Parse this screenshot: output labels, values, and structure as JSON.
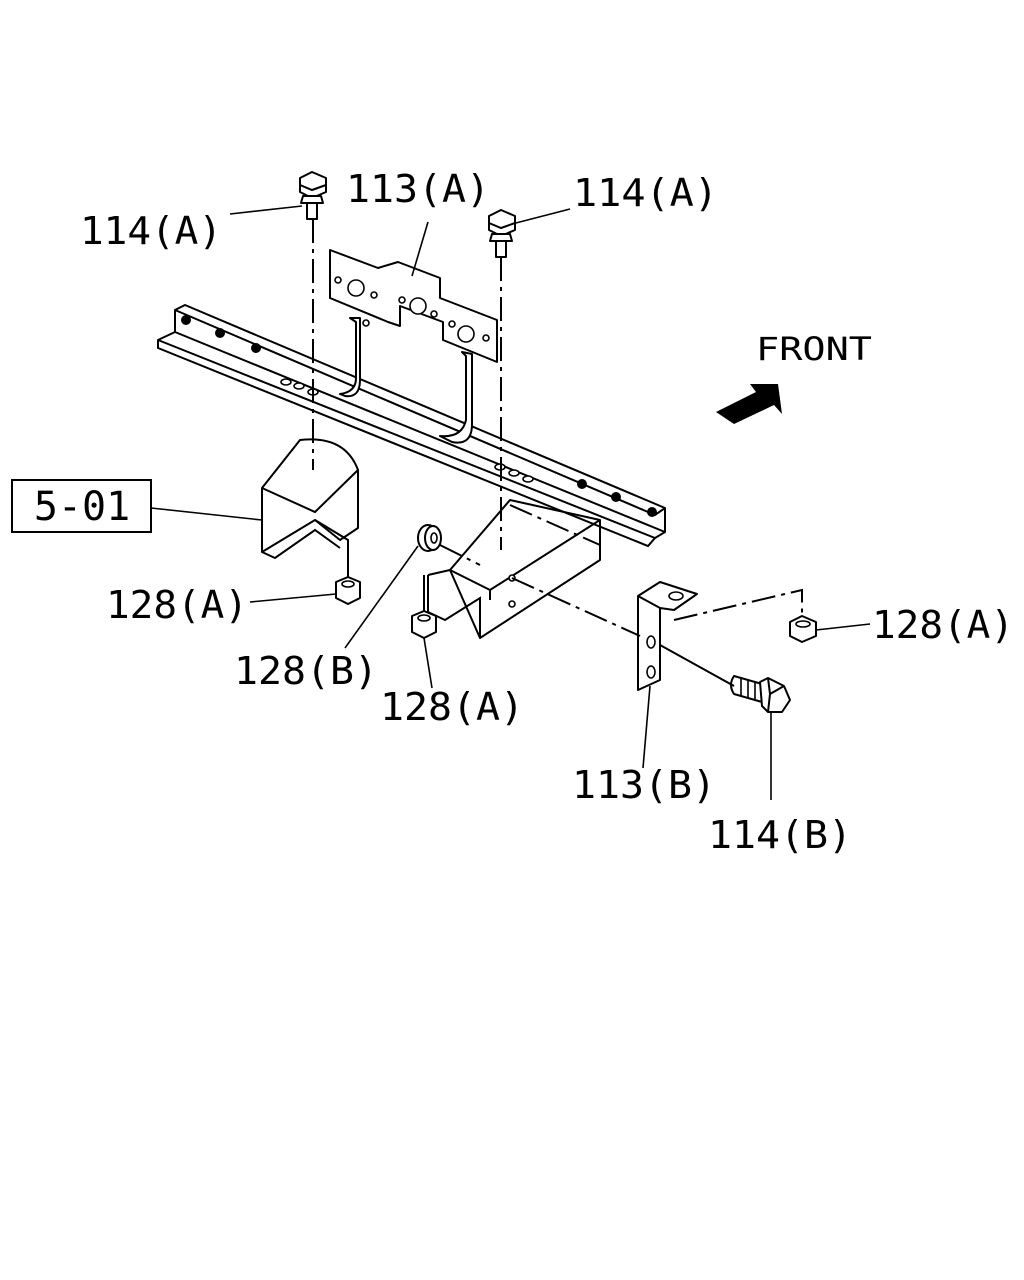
{
  "labels": {
    "bolt_top_left": "114(A)",
    "bracket_top": "113(A)",
    "bolt_top_right": "114(A)",
    "front": "FRONT",
    "ref_box": "5-01",
    "nut_left": "128(A)",
    "washer": "128(B)",
    "nut_center": "128(A)",
    "nut_right": "128(A)",
    "bracket_side": "113(B)",
    "bolt_side": "114(B)"
  },
  "icons": {
    "front_arrow": "arrow-icon"
  }
}
